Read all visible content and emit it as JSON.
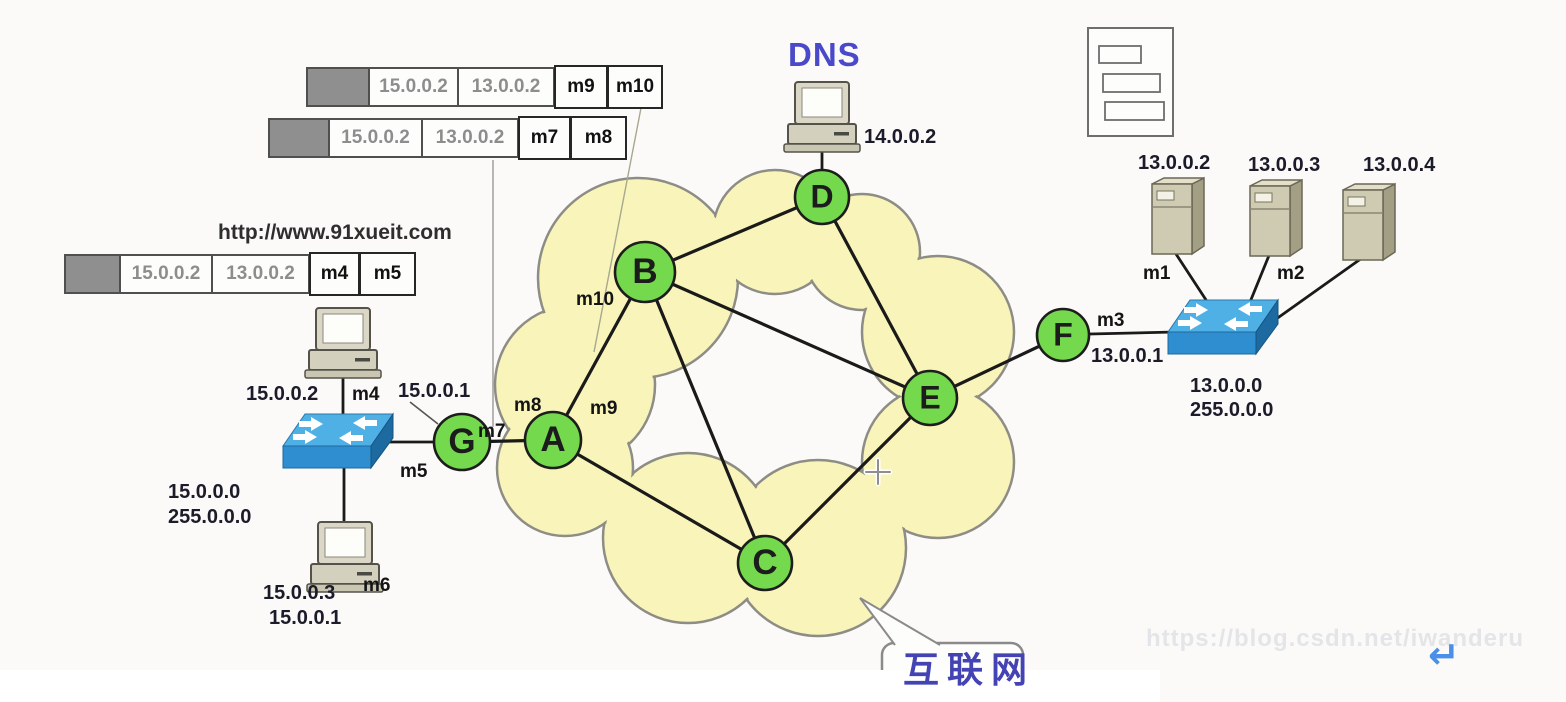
{
  "site_url": "http://www.91xueit.com",
  "watermark": {
    "text": "https://blog.csdn.net/iwanderu",
    "arrow_icon": "↵"
  },
  "internet_box": {
    "label": "互联网"
  },
  "dns_server": {
    "label": "DNS",
    "ip": "14.0.0.2"
  },
  "frames": [
    {
      "src_ip": "15.0.0.2",
      "dst_ip": "13.0.0.2",
      "mac1": "m9",
      "mac2": "m10"
    },
    {
      "src_ip": "15.0.0.2",
      "dst_ip": "13.0.0.2",
      "mac1": "m7",
      "mac2": "m8"
    },
    {
      "src_ip": "15.0.0.2",
      "dst_ip": "13.0.0.2",
      "mac1": "m4",
      "mac2": "m5"
    }
  ],
  "routers": {
    "a": "A",
    "b": "B",
    "c": "C",
    "d": "D",
    "e": "E",
    "f": "F",
    "g": "G"
  },
  "interfaces": {
    "m1": "m1",
    "m2": "m2",
    "m3": "m3",
    "m4": "m4",
    "m5": "m5",
    "m6": "m6",
    "m7": "m7",
    "m8": "m8",
    "m9": "m9",
    "m10": "m10"
  },
  "left_lan": {
    "host_top_ip": "15.0.0.2",
    "router_ip": "15.0.0.1",
    "network": "15.0.0.0",
    "mask": "255.0.0.0",
    "host_bottom_ip": "15.0.0.3",
    "host_bottom_gateway": "15.0.0.1"
  },
  "right_lan": {
    "server_ips": [
      "13.0.0.2",
      "13.0.0.3",
      "13.0.0.4"
    ],
    "router_ip": "13.0.0.1",
    "network": "13.0.0.0",
    "mask": "255.0.0.0"
  },
  "colors": {
    "router_green": "#74d94c",
    "switch_blue": "#3898d8",
    "cloud_yellow": "#f8f4ba",
    "dns_text_blue": "#4a49c9",
    "internet_text_blue": "#4343b4",
    "arrow_blue": "#4a8fe8"
  }
}
